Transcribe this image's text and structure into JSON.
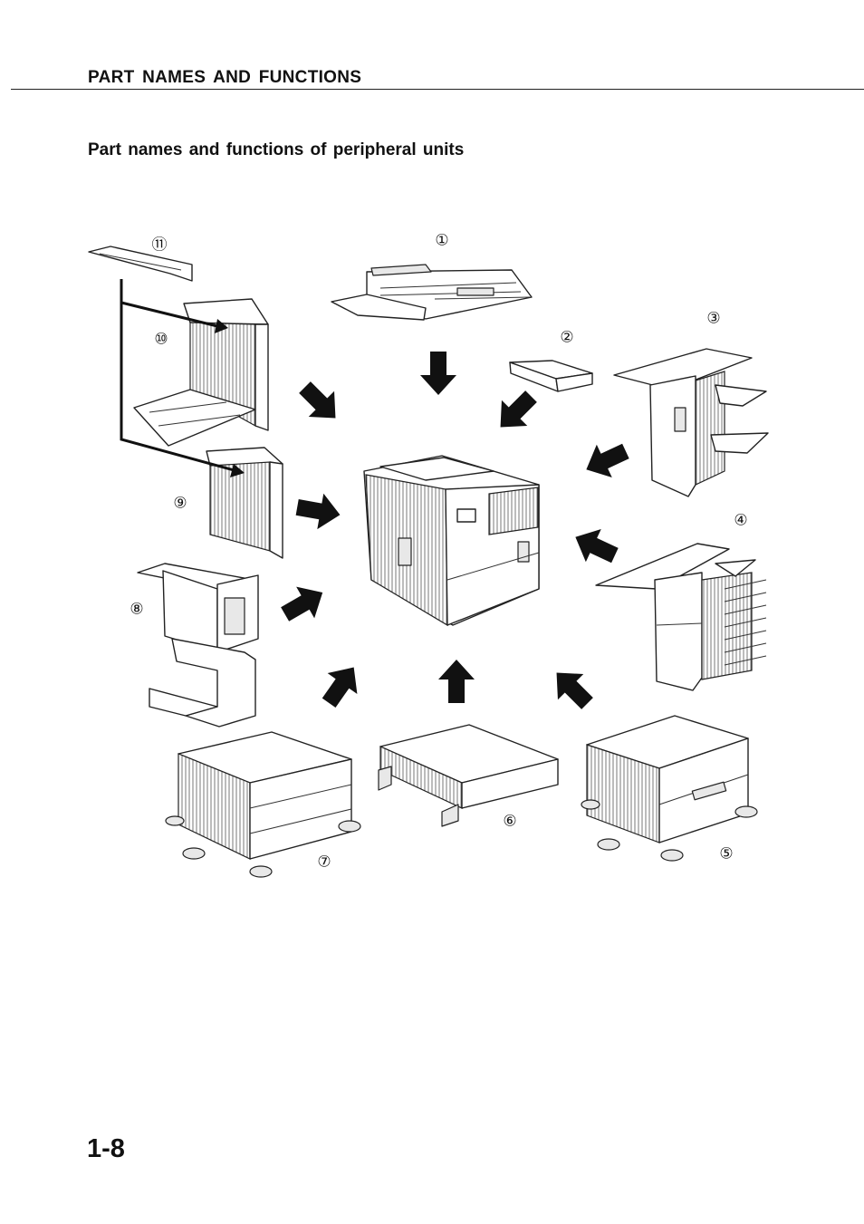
{
  "header": {
    "title": "PART NAMES AND FUNCTIONS"
  },
  "section": {
    "title": "Part names and functions of peripheral units"
  },
  "labels": {
    "l1": "①",
    "l2": "②",
    "l3": "③",
    "l4": "④",
    "l5": "⑤",
    "l6": "⑥",
    "l7": "⑦",
    "l8": "⑧",
    "l9": "⑨",
    "l10": "⑩",
    "l11": "⑪"
  },
  "footer": {
    "page_number": "1-8"
  }
}
